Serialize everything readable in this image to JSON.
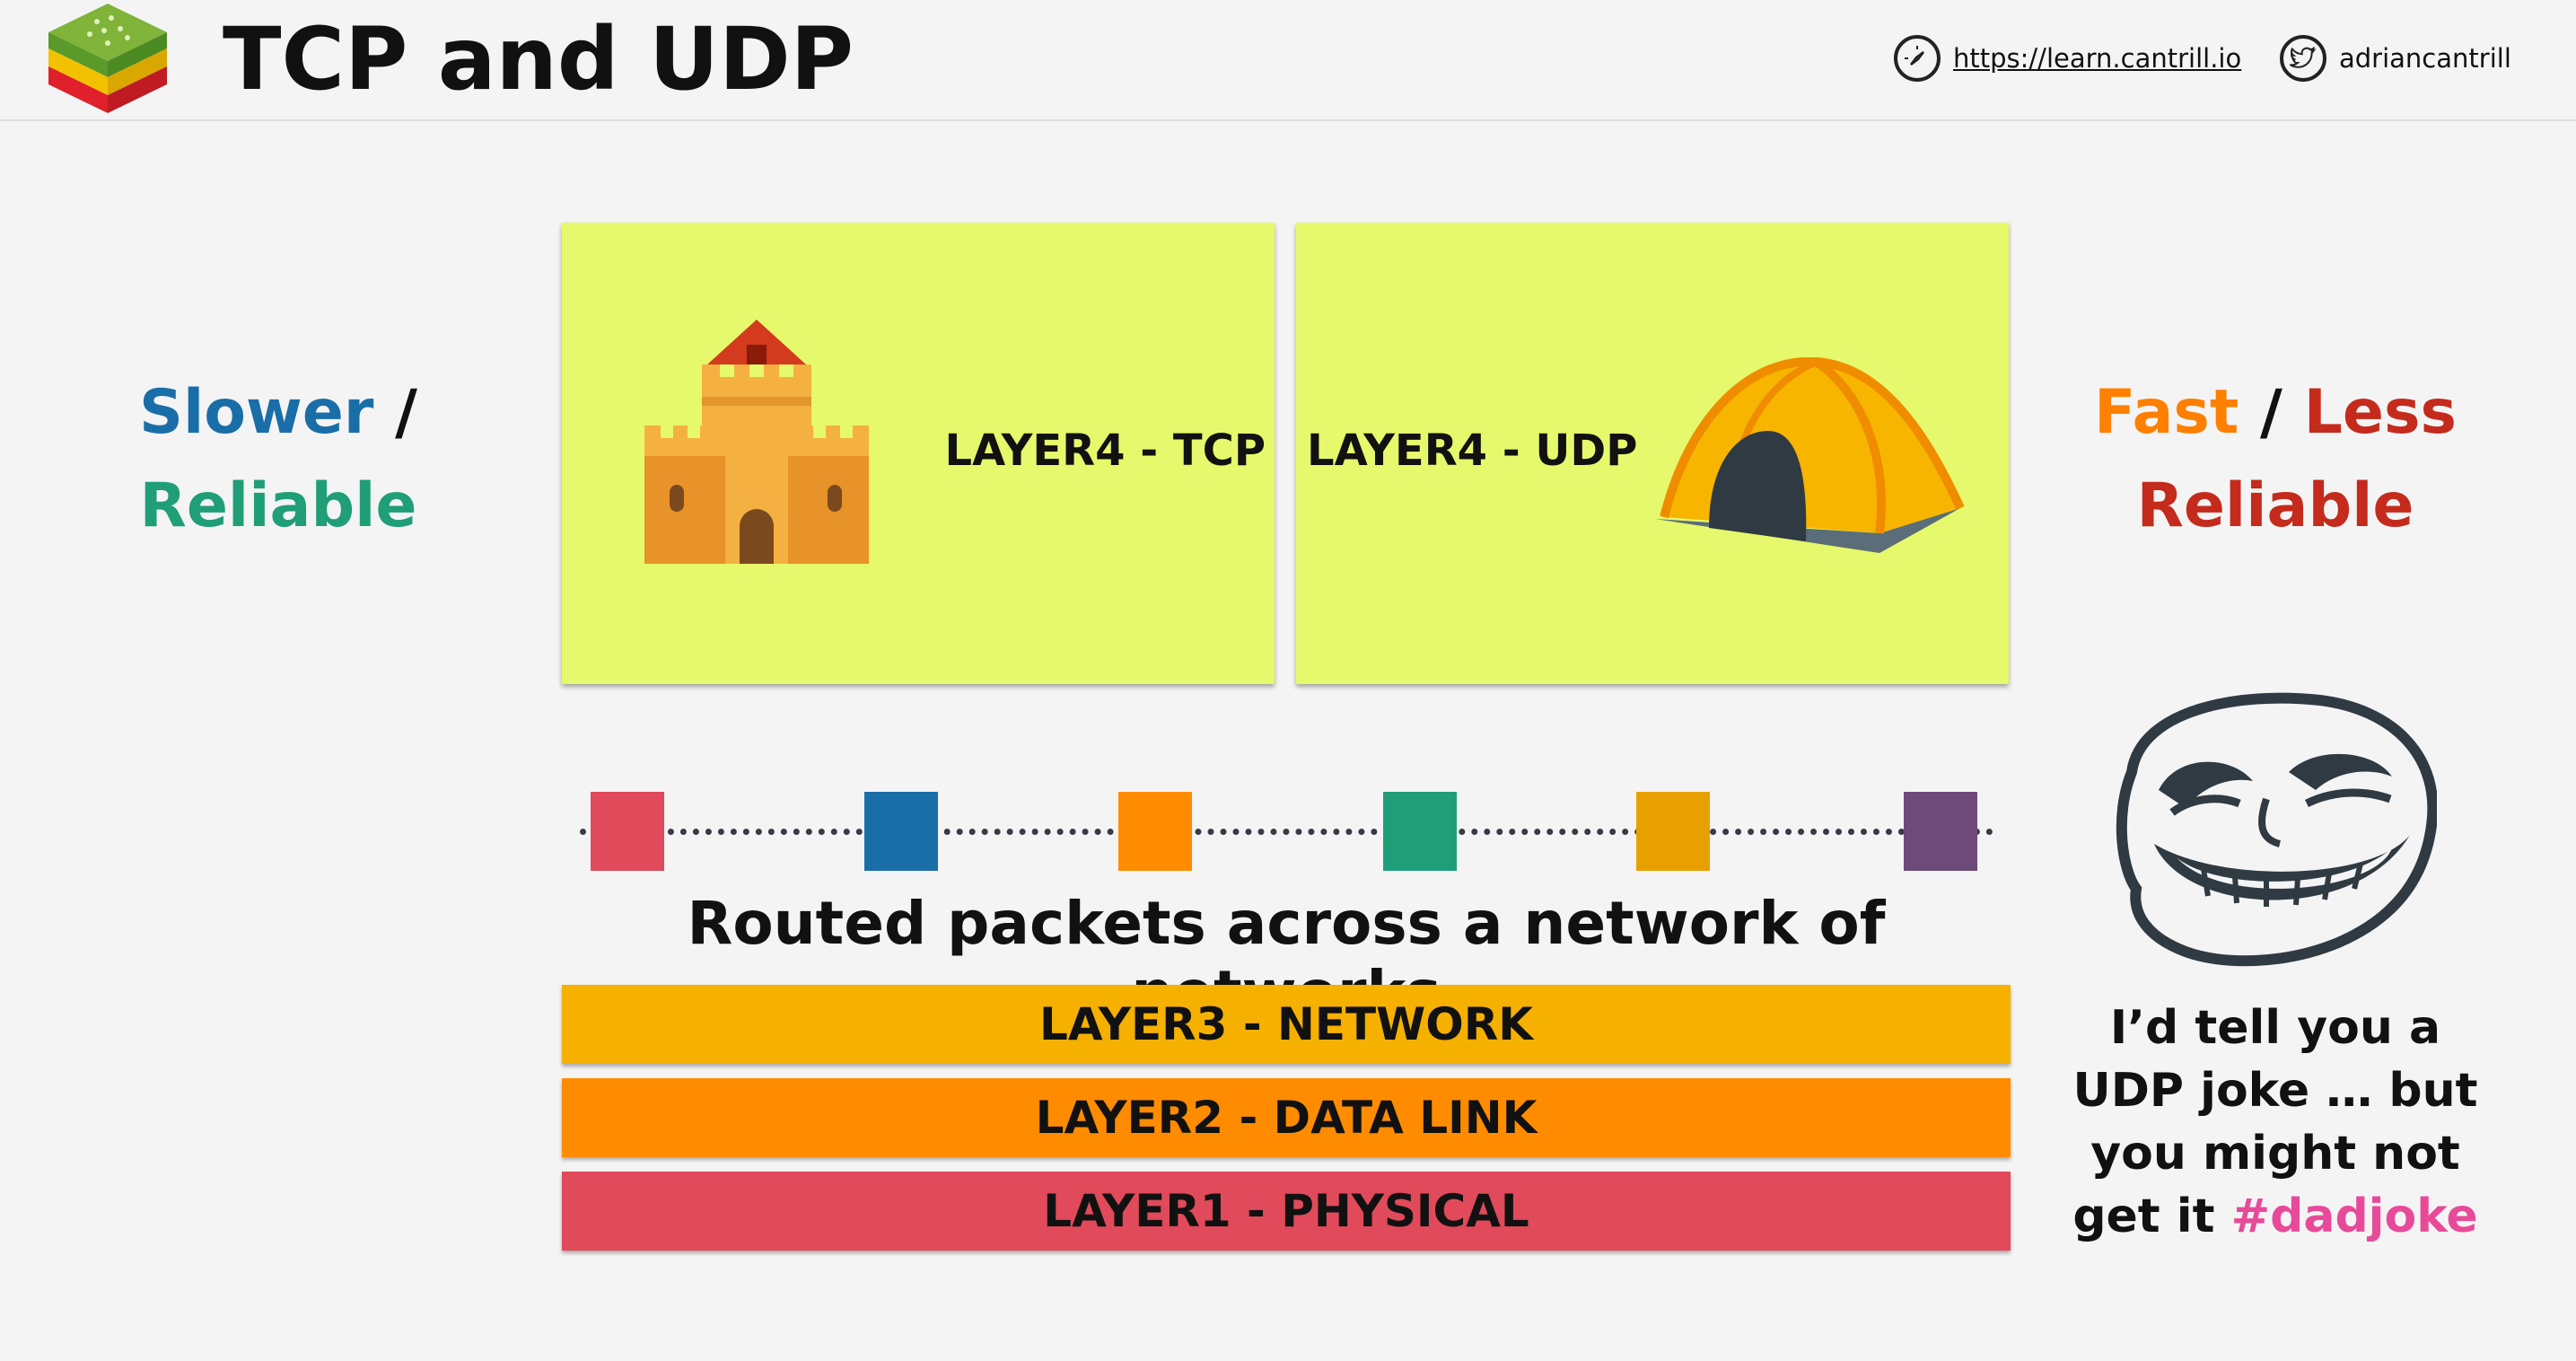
{
  "header": {
    "title": "TCP and UDP",
    "site_link": "https://learn.cantrill.io",
    "twitter_handle": "adriancantrill",
    "icons": [
      "compass-icon",
      "twitter-icon"
    ]
  },
  "left_side": {
    "word1": "Slower",
    "separator": "/",
    "word2": "Reliable",
    "colors": {
      "slower": "#1a6ea8",
      "reliable": "#1f9e78"
    }
  },
  "right_side": {
    "word1": "Fast",
    "separator": "/",
    "word2": "Less",
    "word3": "Reliable",
    "colors": {
      "fast": "#ff7f00",
      "less_reliable": "#c42b1c"
    }
  },
  "panels": {
    "tcp": {
      "label": "LAYER4 - TCP",
      "icon": "castle-icon"
    },
    "udp": {
      "label": "LAYER4 - UDP",
      "icon": "tent-icon"
    },
    "color": "#e6f86b"
  },
  "packets": {
    "colors": [
      "#e04a5a",
      "#1a6ea8",
      "#ff8c00",
      "#1f9e78",
      "#e8a000",
      "#6e4a7a"
    ]
  },
  "routed_caption": "Routed packets across a network of networks",
  "layers": [
    {
      "label": "LAYER3 - NETWORK",
      "color": "#f5b000"
    },
    {
      "label": "LAYER2 - DATA LINK",
      "color": "#ff8c00"
    },
    {
      "label": "LAYER1 - PHYSICAL",
      "color": "#e04a5a"
    }
  ],
  "joke": {
    "line1": "I’d tell you a",
    "line2": "UDP joke … but",
    "line3": "you might not",
    "line4_start": "get it",
    "hashtag": "#dadjoke",
    "hashtag_color": "#e84a9a",
    "icon": "troll-face-icon"
  }
}
